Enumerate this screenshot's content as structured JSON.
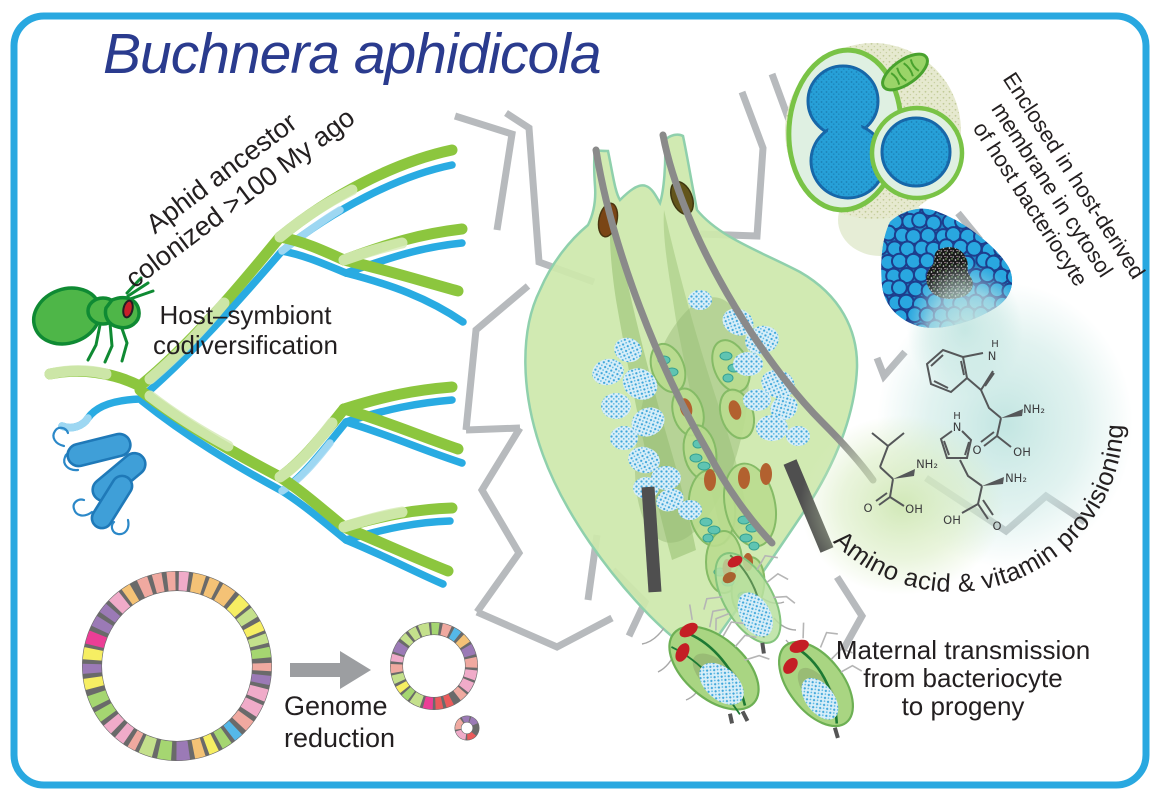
{
  "title": "Buchnera aphidicola",
  "annotations": {
    "ancestor": {
      "line1": "Aphid ancestor",
      "line2": "colonized >100 My ago"
    },
    "codiversification": {
      "line1": "Host–symbiont",
      "line2": "codiversification"
    },
    "genome_reduction": {
      "line1": "Genome",
      "line2": "reduction"
    },
    "enclosed": {
      "line1": "Enclosed in host-derived",
      "line2": "membrane in cytosol",
      "line3": "of host bacteriocyte"
    },
    "provisioning": "Amino acid & vitamin provisioning",
    "maternal": {
      "line1": "Maternal transmission",
      "line2": "from bacteriocyte",
      "line3": "to progeny"
    }
  },
  "chem": {
    "nh2": "NH₂",
    "oh": "OH",
    "o": "O",
    "n": "N",
    "h": "H"
  },
  "colors": {
    "frame": "#29a8e0",
    "title": "#2a3b8e",
    "text": "#231f20",
    "host_branch": "#8cc63e",
    "host_branch_pale": "#d8ecba",
    "symbiont_branch": "#29abe2",
    "symbiont_branch_pale": "#aadcf4",
    "aphid_body": "#cde8ab",
    "bacteria_blue": "#3f9fd8",
    "genome_ring_base": "#6a6a6a",
    "genome_ring_segments": [
      "#ea5b5c",
      "#55b8e8",
      "#a5d671",
      "#f6ee63",
      "#9b7ab6",
      "#f4c276",
      "#f0abc9",
      "#eb3e96",
      "#c4e08c",
      "#f0a9a0"
    ]
  }
}
